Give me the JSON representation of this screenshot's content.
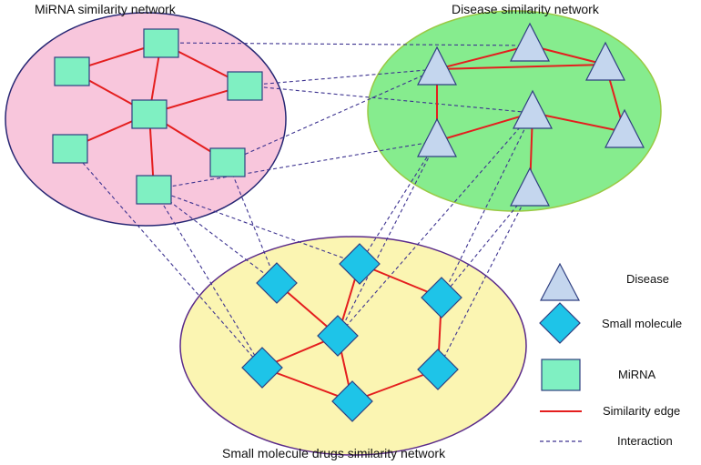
{
  "titles": {
    "mirna": "MiRNA similarity network",
    "disease": "Disease similarity network",
    "drug": "Small molecule drugs similarity network"
  },
  "legend": {
    "disease": "Disease",
    "small_molecule": "Small molecule",
    "mirna": "MiRNA",
    "similarity_edge": "Similarity edge",
    "interaction": "Interaction"
  },
  "colors": {
    "mirna_region": "#f8c6dc",
    "disease_region": "#86ec8e",
    "drug_region": "#fbf5b2",
    "region_border": "#262673",
    "disease_border": "#9ac943",
    "mirna_node": "#7ff0c2",
    "drug_node": "#1ec4e8",
    "disease_node": "#c4d6ee",
    "node_border": "#2f3f80",
    "similarity_edge": "#e41e1e",
    "interaction_edge": "#3d3390"
  }
}
